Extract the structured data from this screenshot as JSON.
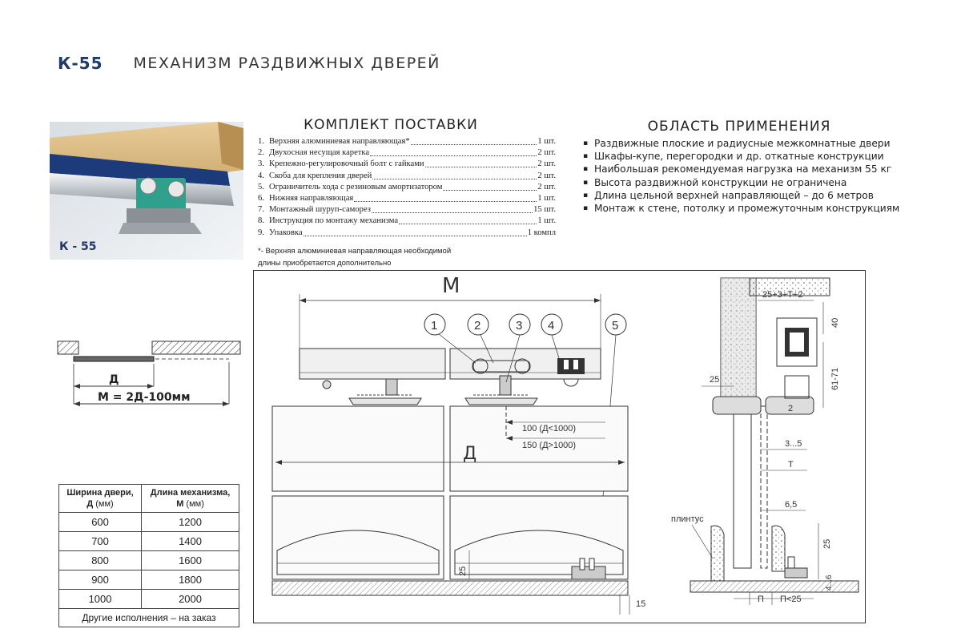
{
  "header": {
    "code": "К-55",
    "title": "МЕХАНИЗМ РАЗДВИЖНЫХ ДВЕРЕЙ"
  },
  "photo": {
    "label": "К - 55"
  },
  "kit": {
    "title": "КОМПЛЕКТ   ПОСТАВКИ",
    "items": [
      {
        "n": "1.",
        "name": "Верхняя  алюминиевая направляющая*",
        "qty": "1 шт."
      },
      {
        "n": "2.",
        "name": "Двухосная  несущая  каретка",
        "qty": "2 шт."
      },
      {
        "n": "3.",
        "name": "Крепежно-регулировочный болт с гайками",
        "qty": "2 шт."
      },
      {
        "n": "4.",
        "name": "Скоба  для  крепления  дверей",
        "qty": "2 шт."
      },
      {
        "n": "5.",
        "name": "Ограничитель хода с резиновым амортизатором",
        "qty": "2 шт."
      },
      {
        "n": "6.",
        "name": "Нижняя направляющая",
        "qty": "1 шт."
      },
      {
        "n": "7.",
        "name": "Монтажный шуруп-саморез",
        "qty": "15 шт."
      },
      {
        "n": "8.",
        "name": "Инструкция  по  монтажу  механизма",
        "qty": "1 шт."
      },
      {
        "n": "9.",
        "name": "Упаковка",
        "qty": "1 компл"
      }
    ],
    "footnote_line1": "*-  Верхняя алюминиевая направляющая необходимой",
    "footnote_line2": "длины приобретается дополнительно"
  },
  "scope": {
    "title": "ОБЛАСТЬ   ПРИМЕНЕНИЯ",
    "bullet": "▪",
    "items": [
      "Раздвижные  плоские  и радиусные межкомнатные двери",
      "Шкафы-купе, перегородки и др. откатные конструкции",
      "Наибольшая  рекомендуемая  нагрузка  на  механизм  55 кг",
      "Высота  раздвижной  конструкции  не  ограничена",
      "Длина  цельной  верхней  направляющей  –  до 6 метров",
      "Монтаж  к  стене,  потолку  и  промежуточным конструкциям"
    ]
  },
  "small_diagram": {
    "d_label": "Д",
    "formula": "М = 2Д-100мм"
  },
  "size_table": {
    "col1_title": "Ширина двери,",
    "col1_letter": "Д",
    "col1_unit": "(мм)",
    "col2_title": "Длина механизма,",
    "col2_letter": "М",
    "col2_unit": "(мм)",
    "rows": [
      [
        "600",
        "1200"
      ],
      [
        "700",
        "1400"
      ],
      [
        "800",
        "1600"
      ],
      [
        "900",
        "1800"
      ],
      [
        "1000",
        "2000"
      ]
    ],
    "footer": "Другие исполнения – на заказ"
  },
  "drawing": {
    "label_m": "М",
    "label_d": "Д",
    "callout_1": "1",
    "callout_2": "2",
    "callout_3": "3",
    "callout_4": "4",
    "callout_5": "5",
    "dim_100": "100 (Д<1000)",
    "dim_150": "150 (Д>1000)",
    "dim_25_left": "25",
    "dim_15": "15",
    "sec_top": "25+3+Т+2",
    "sec_40": "40",
    "sec_61_71": "61-71",
    "sec_25": "25",
    "sec_2": "2",
    "sec_3_5": "3...5",
    "sec_t": "Т",
    "sec_6_5": "6,5",
    "sec_plinth": "плинтус",
    "sec_25_low": "25",
    "sec_4_6": "4...6",
    "sec_p": "П",
    "sec_p25": "П<25"
  }
}
